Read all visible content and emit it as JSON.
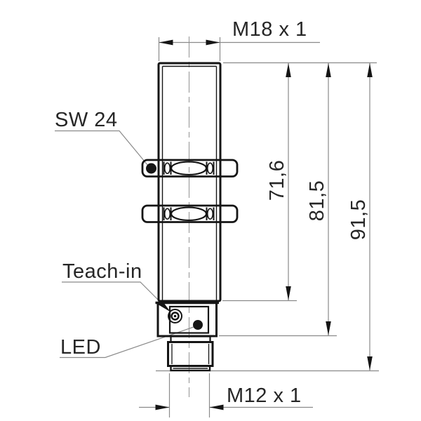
{
  "diagram": {
    "kind": "technical-dimension-drawing",
    "labels": {
      "m18": "M18 x 1",
      "sw24": "SW 24",
      "teach_in": "Teach-in",
      "led": "LED",
      "dim_body": "71,6",
      "dim_housing": "81,5",
      "dim_total": "91,5",
      "m12": "M12 x 1"
    },
    "colors": {
      "outline": "#151515",
      "dimension_lines": "#8a8a8a",
      "text": "#262626",
      "background": "#ffffff"
    }
  }
}
